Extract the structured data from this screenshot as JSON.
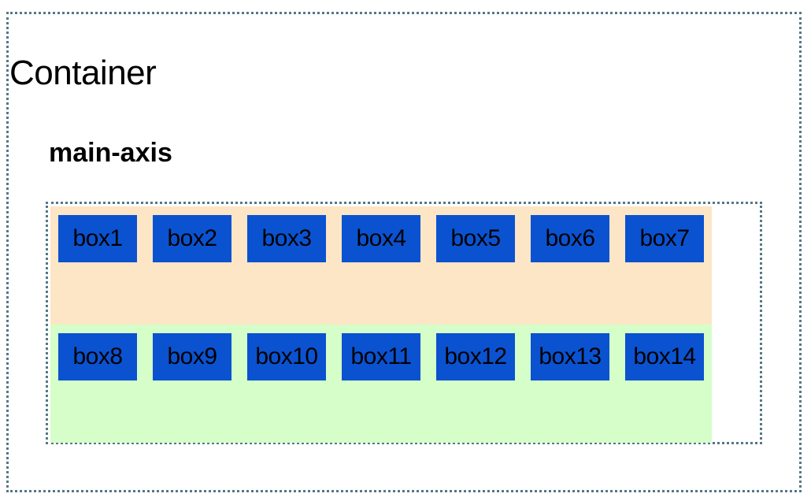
{
  "page": {
    "title": "Container",
    "subtitle": "main-axis"
  },
  "colors": {
    "outer_border": "#557788",
    "row1_background": "#fde6c6",
    "row2_background": "#d5fec8",
    "box_background": "#0b52d0"
  },
  "rows": [
    {
      "boxes": [
        "box1",
        "box2",
        "box3",
        "box4",
        "box5",
        "box6",
        "box7"
      ]
    },
    {
      "boxes": [
        "box8",
        "box9",
        "box10",
        "box11",
        "box12",
        "box13",
        "box14"
      ]
    }
  ]
}
